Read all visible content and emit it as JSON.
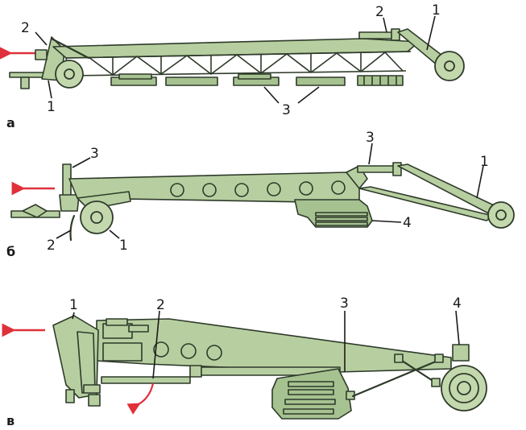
{
  "panels": [
    {
      "id": "a",
      "letter": "а",
      "callouts": {
        "c1_left": "1",
        "c2_left": "2",
        "c2_right": "2",
        "c1_right": "1",
        "c3": "3"
      }
    },
    {
      "id": "b",
      "letter": "б",
      "callouts": {
        "c3_left": "3",
        "c3_right": "3",
        "c1_right": "1",
        "c4": "4",
        "c2": "2",
        "c1_wheel": "1"
      }
    },
    {
      "id": "v",
      "letter": "в",
      "callouts": {
        "c1": "1",
        "c2": "2",
        "c3": "3",
        "c4": "4"
      }
    }
  ],
  "colors": {
    "machine_fill": "#b7cfa0",
    "outline": "#2e3a2a",
    "direction_arrow": "#e0303a"
  },
  "icons": {
    "direction": "arrow-left-icon",
    "rotation": "curved-arrow-icon"
  }
}
